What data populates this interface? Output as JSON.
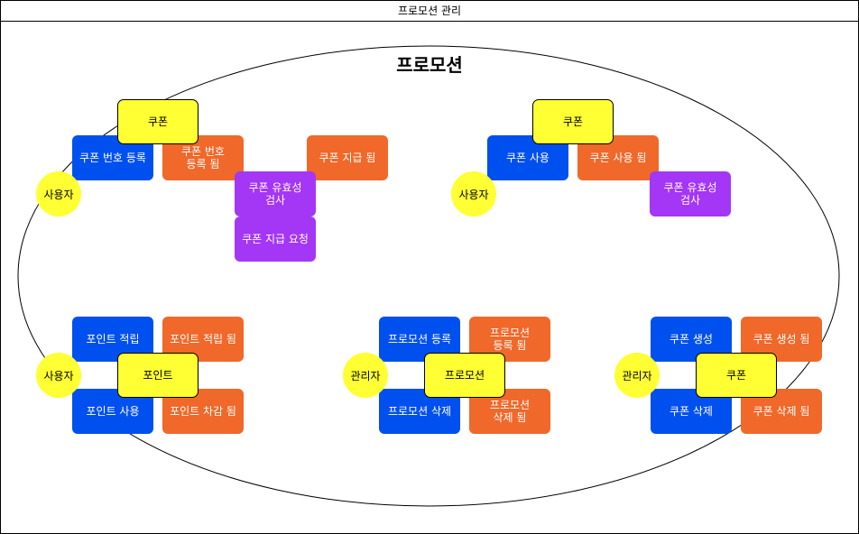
{
  "frame": {
    "title": "프로모션 관리"
  },
  "context": {
    "title": "프로모션"
  },
  "groups": {
    "coupon_issue": {
      "actor": "사용자",
      "aggregate": "쿠폰",
      "command_register": "쿠폰 번호 등록",
      "event_registered": "쿠폰 번호\n등록 됨",
      "policy_validate": "쿠폰 유효성\n검사",
      "policy_request": "쿠폰 지급 요청",
      "event_issued": "쿠폰 지급 됨"
    },
    "coupon_use": {
      "actor": "사용자",
      "aggregate": "쿠폰",
      "command_use": "쿠폰 사용",
      "event_used": "쿠폰 사용 됨",
      "policy_validate": "쿠폰 유효성\n검사"
    },
    "point": {
      "actor": "사용자",
      "aggregate": "포인트",
      "command_earn": "포인트 적립",
      "event_earned": "포인트 적립 됨",
      "command_use": "포인트 사용",
      "event_deducted": "포인트 차감 됨"
    },
    "promotion_admin": {
      "actor": "관리자",
      "aggregate": "프로모션",
      "command_register": "프로모션 등록",
      "event_registered": "프로모션\n등록 됨",
      "command_delete": "프로모션 삭제",
      "event_deleted": "프로모션\n삭제 됨"
    },
    "coupon_admin": {
      "actor": "관리자",
      "aggregate": "쿠폰",
      "command_create": "쿠폰 생성",
      "event_created": "쿠폰 생성 됨",
      "command_delete": "쿠폰 삭제",
      "event_deleted": "쿠폰 삭제 됨"
    }
  },
  "colors": {
    "command": "#0050ef",
    "event": "#f0682a",
    "policy": "#a436f5",
    "aggregate": "#ffff33",
    "actor": "#ffff33"
  }
}
